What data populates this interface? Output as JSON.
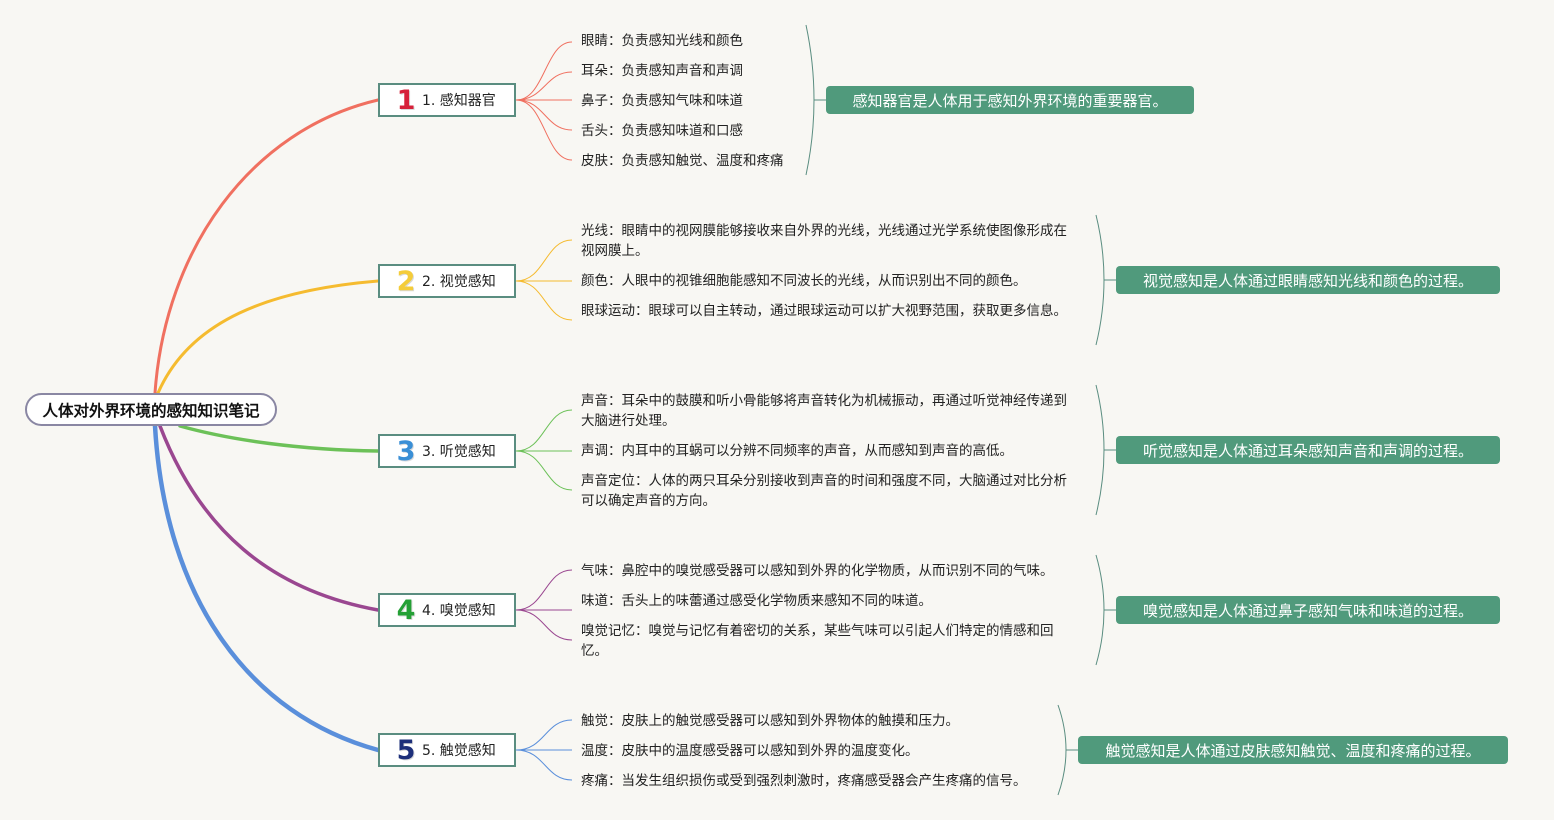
{
  "root": {
    "title": "人体对外界环境的感知知识笔记"
  },
  "colors": {
    "branch1": "#f07060",
    "branch2": "#f5bb2f",
    "branch3": "#6cc158",
    "branch4": "#9a4790",
    "branch5": "#5a8fdb",
    "summary_bg": "#509a7c",
    "topic_border": "#5a8d80"
  },
  "topics": [
    {
      "number": "1",
      "number_color": "#d6213a",
      "label": "1. 感知器官",
      "leaves": [
        "眼睛：负责感知光线和颜色",
        "耳朵：负责感知声音和声调",
        "鼻子：负责感知气味和味道",
        "舌头：负责感知味道和口感",
        "皮肤：负责感知触觉、温度和疼痛"
      ],
      "summary": "感知器官是人体用于感知外界环境的重要器官。"
    },
    {
      "number": "2",
      "number_color": "#f4cc3a",
      "label": "2. 视觉感知",
      "leaves": [
        "光线：眼睛中的视网膜能够接收来自外界的光线，光线通过光学系统使图像形成在视网膜上。",
        "颜色：人眼中的视锥细胞能感知不同波长的光线，从而识别出不同的颜色。",
        "眼球运动：眼球可以自主转动，通过眼球运动可以扩大视野范围，获取更多信息。"
      ],
      "summary": "视觉感知是人体通过眼睛感知光线和颜色的过程。"
    },
    {
      "number": "3",
      "number_color": "#3a8fd6",
      "label": "3. 听觉感知",
      "leaves": [
        "声音：耳朵中的鼓膜和听小骨能够将声音转化为机械振动，再通过听觉神经传递到大脑进行处理。",
        "声调：内耳中的耳蜗可以分辨不同频率的声音，从而感知到声音的高低。",
        "声音定位：人体的两只耳朵分别接收到声音的时间和强度不同，大脑通过对比分析可以确定声音的方向。"
      ],
      "summary": "听觉感知是人体通过耳朵感知声音和声调的过程。"
    },
    {
      "number": "4",
      "number_color": "#25a036",
      "label": "4. 嗅觉感知",
      "leaves": [
        "气味：鼻腔中的嗅觉感受器可以感知到外界的化学物质，从而识别不同的气味。",
        "味道：舌头上的味蕾通过感受化学物质来感知不同的味道。",
        "嗅觉记忆：嗅觉与记忆有着密切的关系，某些气味可以引起人们特定的情感和回忆。"
      ],
      "summary": "嗅觉感知是人体通过鼻子感知气味和味道的过程。"
    },
    {
      "number": "5",
      "number_color": "#1d2f7a",
      "label": "5. 触觉感知",
      "leaves": [
        "触觉：皮肤上的触觉感受器可以感知到外界物体的触摸和压力。",
        "温度：皮肤中的温度感受器可以感知到外界的温度变化。",
        "疼痛：当发生组织损伤或受到强烈刺激时，疼痛感受器会产生疼痛的信号。"
      ],
      "summary": "触觉感知是人体通过皮肤感知触觉、温度和疼痛的过程。"
    }
  ]
}
